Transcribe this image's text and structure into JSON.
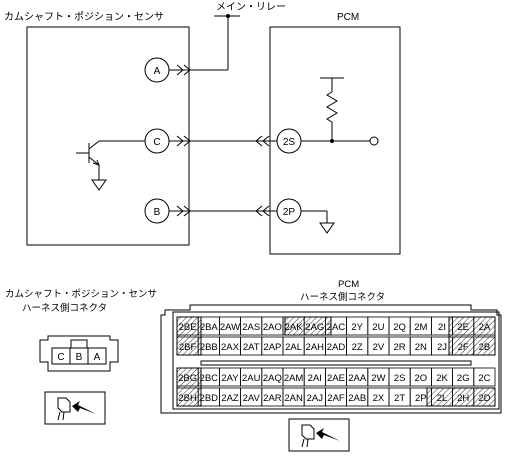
{
  "sensor": {
    "title": "カムシャフト・ポジション・センサ",
    "pins": [
      "A",
      "C",
      "B"
    ],
    "connector_title_line1": "カムシャフト・ポジション・センサ",
    "connector_title_line2": "ハーネス側コネクタ",
    "connector_pins": [
      "C",
      "B",
      "A"
    ]
  },
  "main_relay": {
    "label": "メイン・リレー"
  },
  "pcm": {
    "title": "PCM",
    "terminals": [
      "2S",
      "2P"
    ],
    "connector_title_line1": "PCM",
    "connector_title_line2": "ハーネス側コネクタ",
    "connector_rows": [
      [
        "2BE",
        "2BA",
        "2AW",
        "2AS",
        "2AO",
        "2AK",
        "2AG",
        "2AC",
        "2Y",
        "2U",
        "2Q",
        "2M",
        "2I",
        "2E",
        "2A"
      ],
      [
        "2BF",
        "2BB",
        "2AX",
        "2AT",
        "2AP",
        "2AL",
        "2AH",
        "2AD",
        "2Z",
        "2V",
        "2R",
        "2N",
        "2J",
        "2F",
        "2B"
      ],
      [
        "2BG",
        "2BC",
        "2AY",
        "2AU",
        "2AQ",
        "2AM",
        "2AI",
        "2AE",
        "2AA",
        "2W",
        "2S",
        "2O",
        "2K",
        "2G",
        "2C"
      ],
      [
        "2BH",
        "2BD",
        "2AZ",
        "2AV",
        "2AR",
        "2AN",
        "2AJ",
        "2AF",
        "2AB",
        "2X",
        "2T",
        "2P",
        "2L",
        "2H",
        "2D"
      ]
    ]
  }
}
